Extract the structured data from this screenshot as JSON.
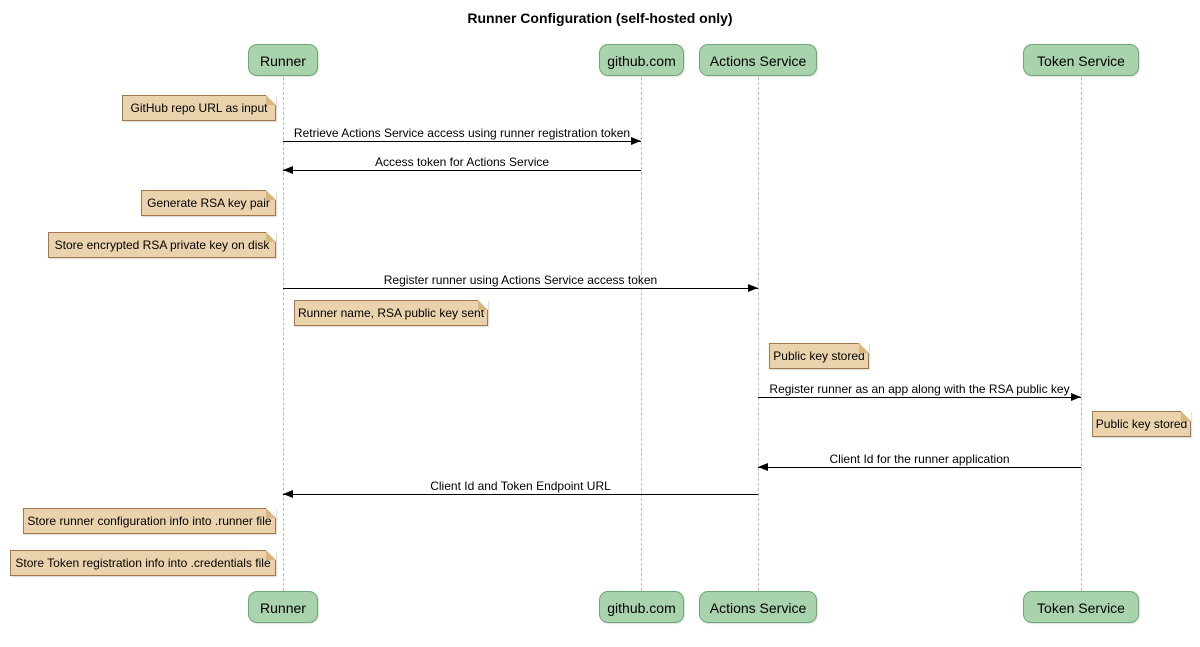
{
  "title": "Runner Configuration (self-hosted only)",
  "participants": [
    {
      "name": "Runner"
    },
    {
      "name": "github.com"
    },
    {
      "name": "Actions Service"
    },
    {
      "name": "Token Service"
    }
  ],
  "messages": [
    {
      "text": "Retrieve Actions Service access using runner registration token",
      "from": "Runner",
      "to": "github.com"
    },
    {
      "text": "Access token for Actions Service",
      "from": "github.com",
      "to": "Runner"
    },
    {
      "text": "Register runner using Actions Service access token",
      "from": "Runner",
      "to": "Actions Service"
    },
    {
      "text": "Register runner as an app along with the RSA public key",
      "from": "Actions Service",
      "to": "Token Service"
    },
    {
      "text": "Client Id for the runner application",
      "from": "Token Service",
      "to": "Actions Service"
    },
    {
      "text": "Client Id and Token Endpoint URL",
      "from": "Actions Service",
      "to": "Runner"
    }
  ],
  "notes": [
    {
      "text": "GitHub repo URL as input",
      "anchor": "Runner",
      "side": "left"
    },
    {
      "text": "Generate RSA key pair",
      "anchor": "Runner",
      "side": "left"
    },
    {
      "text": "Store encrypted RSA private key on disk",
      "anchor": "Runner",
      "side": "left"
    },
    {
      "text": "Runner name, RSA public key sent",
      "anchor": "Runner",
      "side": "right"
    },
    {
      "text": "Public key stored",
      "anchor": "Actions Service",
      "side": "right"
    },
    {
      "text": "Public key stored",
      "anchor": "Token Service",
      "side": "right"
    },
    {
      "text": "Store runner configuration info into .runner file",
      "anchor": "Runner",
      "side": "left"
    },
    {
      "text": "Store Token registration info into .credentials file",
      "anchor": "Runner",
      "side": "left"
    }
  ],
  "colors": {
    "participant_fill": "#a9d3ad",
    "participant_border": "#6fa773",
    "note_fill": "#ead3ac",
    "note_border": "#a0784a",
    "note_fold": "#d8b77e",
    "lifeline": "#bbbbbb",
    "arrow": "#000000",
    "title_text": "#000000"
  }
}
